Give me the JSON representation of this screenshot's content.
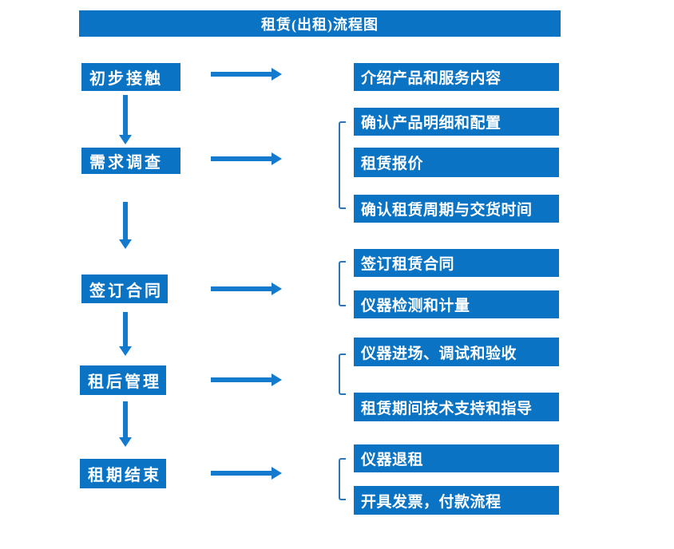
{
  "title": "租赁(出租)流程图",
  "colors": {
    "box_fill": "#0a73c4",
    "arrow": "#147ace",
    "bracket": "#2e75b6",
    "box_text": "#ffffff",
    "background": "#ffffff"
  },
  "stages": [
    {
      "label": "初步接触",
      "details": [
        "介绍产品和服务内容"
      ]
    },
    {
      "label": "需求调查",
      "details": [
        "确认产品明细和配置",
        "租赁报价",
        "确认租赁周期与交货时间"
      ]
    },
    {
      "label": "签订合同",
      "details": [
        "签订租赁合同",
        "仪器检测和计量"
      ]
    },
    {
      "label": "租后管理",
      "details": [
        "仪器进场、调试和验收",
        "租赁期间技术支持和指导"
      ]
    },
    {
      "label": "租期结束",
      "details": [
        "仪器退租",
        "开具发票，付款流程"
      ]
    }
  ],
  "icons": {
    "arrow_right": "solid right flow arrow (CSS shape)",
    "arrow_down": "solid down flow arrow (CSS shape)",
    "bracket": "left square group bracket (CSS shape)"
  }
}
